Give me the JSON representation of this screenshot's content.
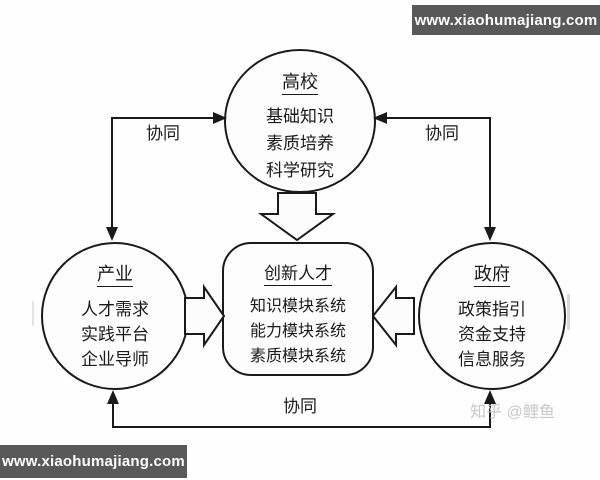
{
  "banners": {
    "top_right": {
      "text": "www.xiaohumajiang.com"
    },
    "bottom_left": {
      "text": "www.xiaohumajiang.com"
    }
  },
  "watermark": {
    "text": "知乎 @鲤鱼"
  },
  "diagram": {
    "nodes": {
      "university": {
        "title": "高校",
        "items": [
          "基础知识",
          "素质培养",
          "科学研究"
        ]
      },
      "industry": {
        "title": "产业",
        "items": [
          "人才需求",
          "实践平台",
          "企业导师"
        ]
      },
      "government": {
        "title": "政府",
        "items": [
          "政策指引",
          "资金支持",
          "信息服务"
        ]
      },
      "talent": {
        "title": "创新人才",
        "items": [
          "知识模块系统",
          "能力模块系统",
          "素质模块系统"
        ]
      }
    },
    "labels": {
      "left_collab": "协同",
      "right_collab": "协同",
      "bottom_collab": "协同"
    },
    "colors": {
      "background": "#fefefe",
      "line": "#1a1a1a",
      "node_fill": "#fdfdfd",
      "banner_bg": "#595959",
      "banner_text": "#ffffff",
      "watermark_text": "#c8c8c8"
    }
  }
}
